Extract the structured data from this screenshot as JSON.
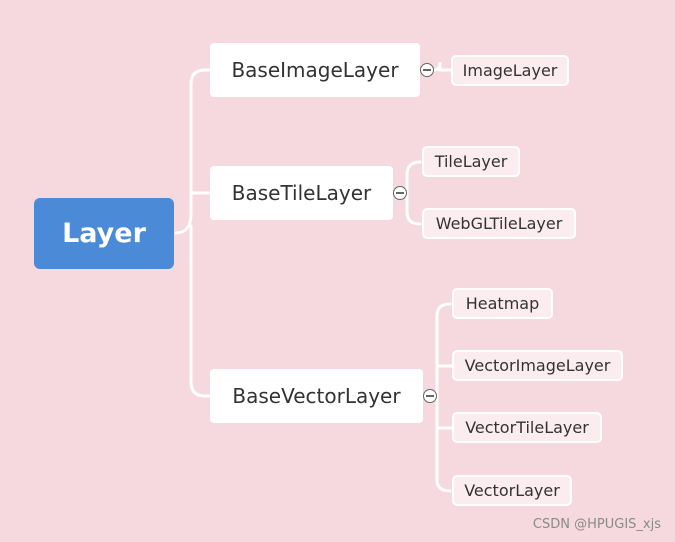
{
  "root": {
    "label": "Layer"
  },
  "branches": [
    {
      "label": "BaseImageLayer",
      "children": [
        "ImageLayer"
      ]
    },
    {
      "label": "BaseTileLayer",
      "children": [
        "TileLayer",
        "WebGLTileLayer"
      ]
    },
    {
      "label": "BaseVectorLayer",
      "children": [
        "Heatmap",
        "VectorImageLayer",
        "VectorTileLayer",
        "VectorLayer"
      ]
    }
  ],
  "watermark": "CSDN @HPUGIS_xjs",
  "colors": {
    "background": "#f5d9de",
    "root": "#4a8ad6",
    "connector": "#ffffff"
  }
}
